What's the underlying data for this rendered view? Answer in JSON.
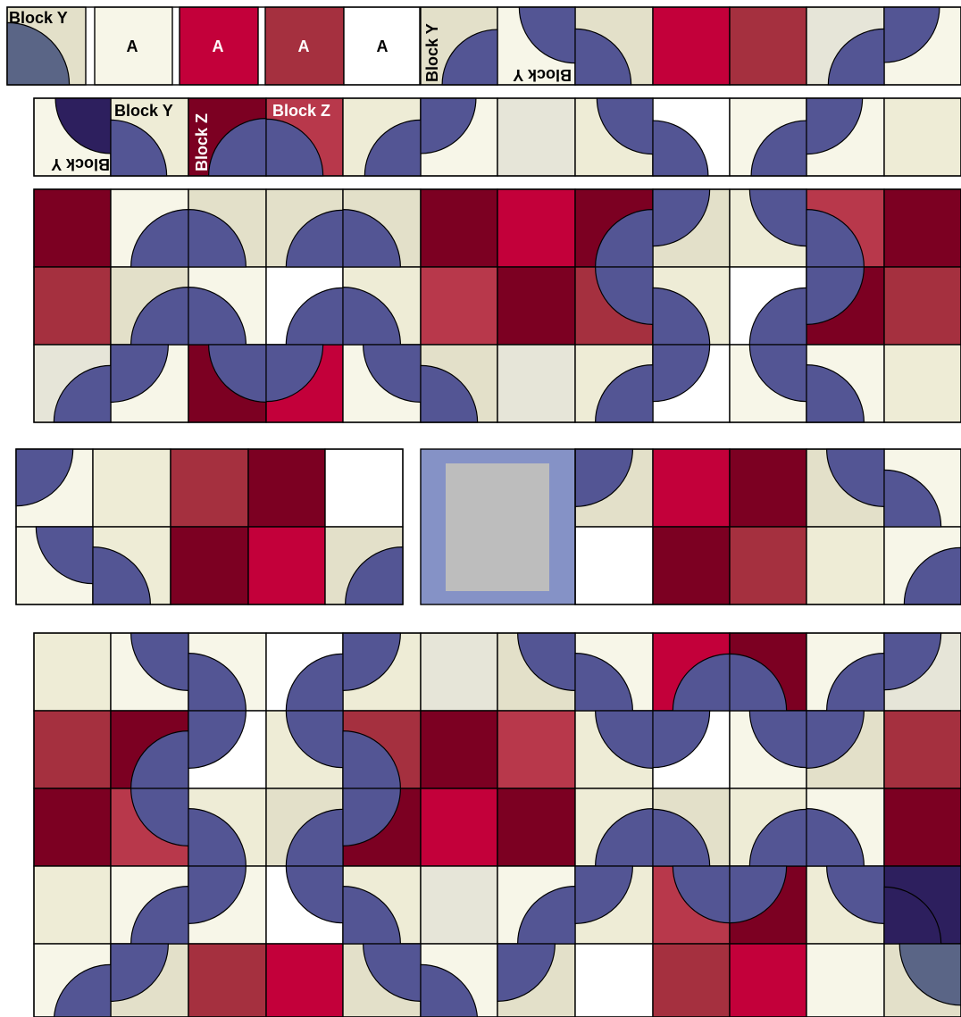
{
  "palette": {
    "A": "#f7f6e8",
    "B": "#eeecd6",
    "C": "#e3e0c9",
    "D": "#e6e5d8",
    "E": "#a5303f",
    "F": "#7c0022",
    "G": "#c3003a",
    "H": "#b8384b",
    "W": "#ffffff",
    "P": "#535594",
    "N": "#2d1f5e",
    "S": "#5a6586",
    "FRAME": "#8592c6",
    "GRAY": "#bdbdbd",
    "INK": "#000000"
  },
  "labels": {
    "block_y": "Block Y",
    "block_z": "Block Z",
    "a": "A"
  },
  "rows": [
    "C A G E W C A C G E D A",
    "A B F H B A D B W A A B",
    "F A C C C F G F C B H F",
    "E C A W B H F E B W F E",
    "D A F G A C D B W A A B",
    "A B E F W",
    "A B F G C",
    "C G F C A",
    "W F E B A",
    "B A A W B D C A G F A D",
    "E F W B E F H B W A C E",
    "F H B C F G F B C B A F",
    "B A A W B D A B H F B N",
    "A C E G C A C W E G A C"
  ],
  "quarters": [
    "S A",
    "P A W C",
    "P A W B",
    "N A",
    "P C W A",
    "P C W F",
    "P D W H",
    "P G W C",
    "P A W A",
    "P A W E",
    "P A W B",
    "P A W E",
    "P A W C",
    "P C W E",
    "P B W A",
    "P A W A"
  ],
  "status": "Block Y"
}
